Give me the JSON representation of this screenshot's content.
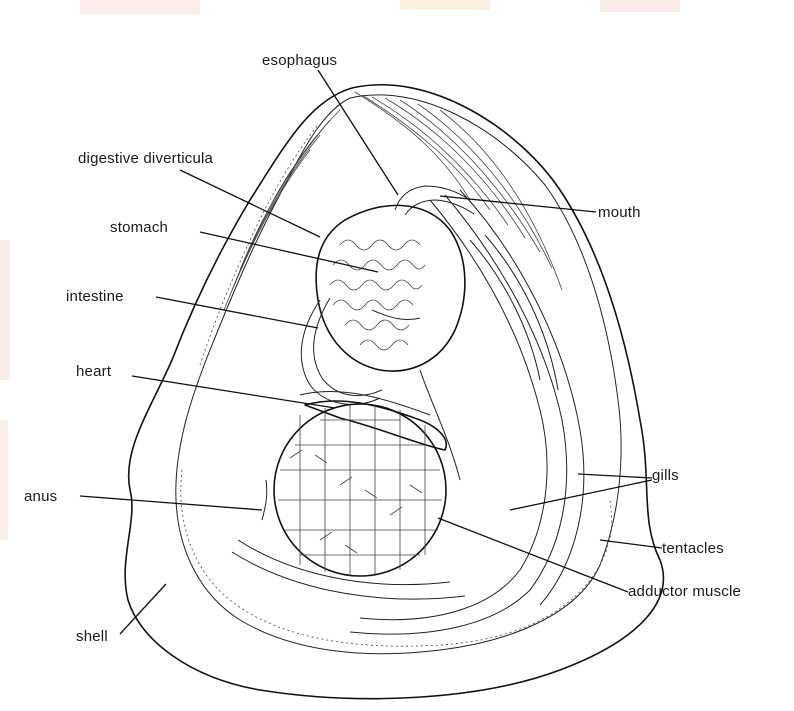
{
  "labels": {
    "esophagus": "esophagus",
    "digestive_diverticula": "digestive diverticula",
    "stomach": "stomach",
    "mouth": "mouth",
    "intestine": "intestine",
    "heart": "heart",
    "anus": "anus",
    "gills": "gills",
    "tentacles": "tentacles",
    "adductor_muscle": "adductor muscle",
    "shell": "shell"
  },
  "colors": {
    "background": "#ffffff",
    "line": "#111111",
    "watermark": "#f3c6c0"
  }
}
